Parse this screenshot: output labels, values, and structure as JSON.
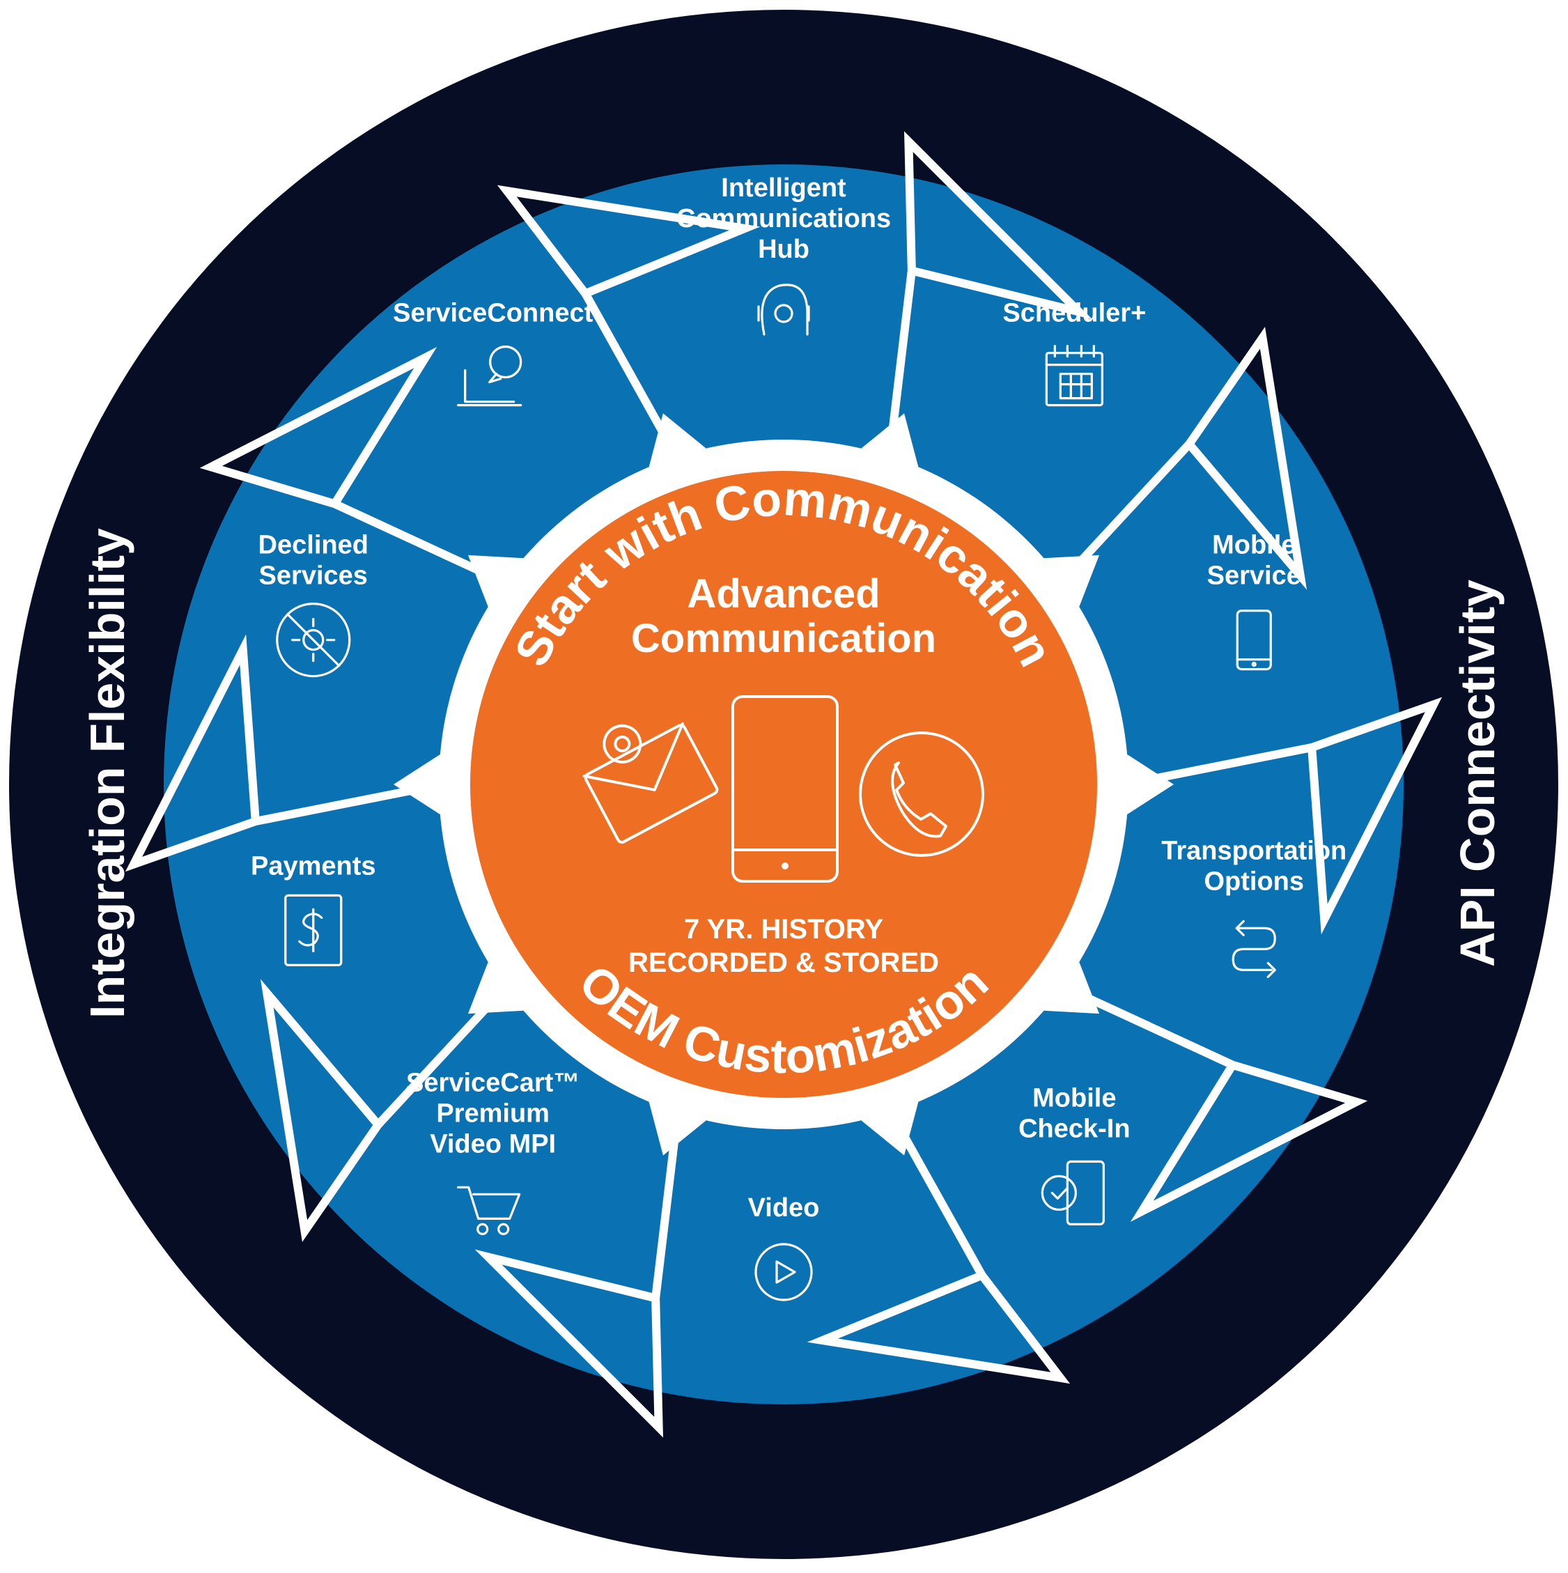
{
  "colors": {
    "outer_ring": "#070d24",
    "stage_blue": "#0a72b3",
    "center_orange": "#ee6e24",
    "text": "#ffffff",
    "gap": "#ffffff"
  },
  "ring_labels": {
    "top": "Start with Communication",
    "right": "API Connectivity",
    "bottom": "OEM Customization",
    "left": "Integration Flexibility"
  },
  "center": {
    "title_line1": "Advanced",
    "title_line2": "Communication",
    "sub_line1": "7 YR. HISTORY",
    "sub_line2": "RECORDED & STORED",
    "icons": [
      "email-icon",
      "smartphone-icon",
      "phone-call-icon"
    ]
  },
  "stages": [
    {
      "lines": [
        "Intelligent",
        "Communications",
        "Hub"
      ],
      "icon": "headset-icon"
    },
    {
      "lines": [
        "Scheduler+"
      ],
      "icon": "calendar-icon"
    },
    {
      "lines": [
        "Mobile",
        "Service"
      ],
      "icon": "mobile-phone-icon"
    },
    {
      "lines": [
        "Transportation",
        "Options"
      ],
      "icon": "route-arrows-icon"
    },
    {
      "lines": [
        "Mobile",
        "Check-In"
      ],
      "icon": "phone-check-icon"
    },
    {
      "lines": [
        "Video"
      ],
      "icon": "play-icon"
    },
    {
      "lines": [
        "ServiceCart™",
        "Premium",
        "Video MPI"
      ],
      "icon": "shopping-cart-icon"
    },
    {
      "lines": [
        "Payments"
      ],
      "icon": "dollar-icon"
    },
    {
      "lines": [
        "Declined",
        "Services"
      ],
      "icon": "declined-service-icon"
    },
    {
      "lines": [
        "ServiceConnect"
      ],
      "icon": "laptop-chat-icon"
    }
  ]
}
